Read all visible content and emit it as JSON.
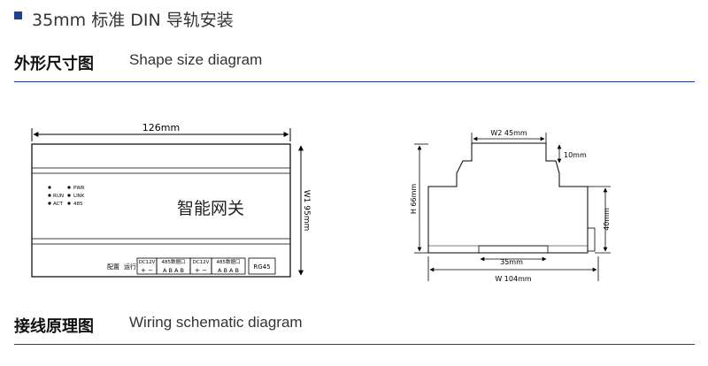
{
  "header": {
    "install_note": "35mm 标准 DIN 导轨安装"
  },
  "sections": {
    "shape": {
      "title_cn": "外形尺寸图",
      "title_en": "Shape size diagram"
    },
    "wiring": {
      "title_cn": "接线原理图",
      "title_en": "Wiring schematic diagram"
    }
  },
  "device": {
    "width_label": "126mm",
    "height_label": "W1  95mm",
    "name": "智能网关",
    "leds_left": [
      "",
      "RUN",
      "ACT"
    ],
    "leds_right": [
      "PWR",
      "LINK",
      "485"
    ],
    "terminals": {
      "config_label": "配置",
      "run_label": "运行",
      "dc1": "DC12V",
      "rs485_1": "485数据口",
      "rs485_1_pins": "A B A B",
      "dc2": "DC12V",
      "rs485_2": "485数据口",
      "rs485_2_pins": "A B A B",
      "rj45": "RG45"
    }
  },
  "side_view": {
    "top_width": "W2  45mm",
    "step_height": "10mm",
    "total_height": "H  66mm",
    "rail_height": "40mm",
    "rail_width": "35mm",
    "total_width": "W   104mm"
  }
}
